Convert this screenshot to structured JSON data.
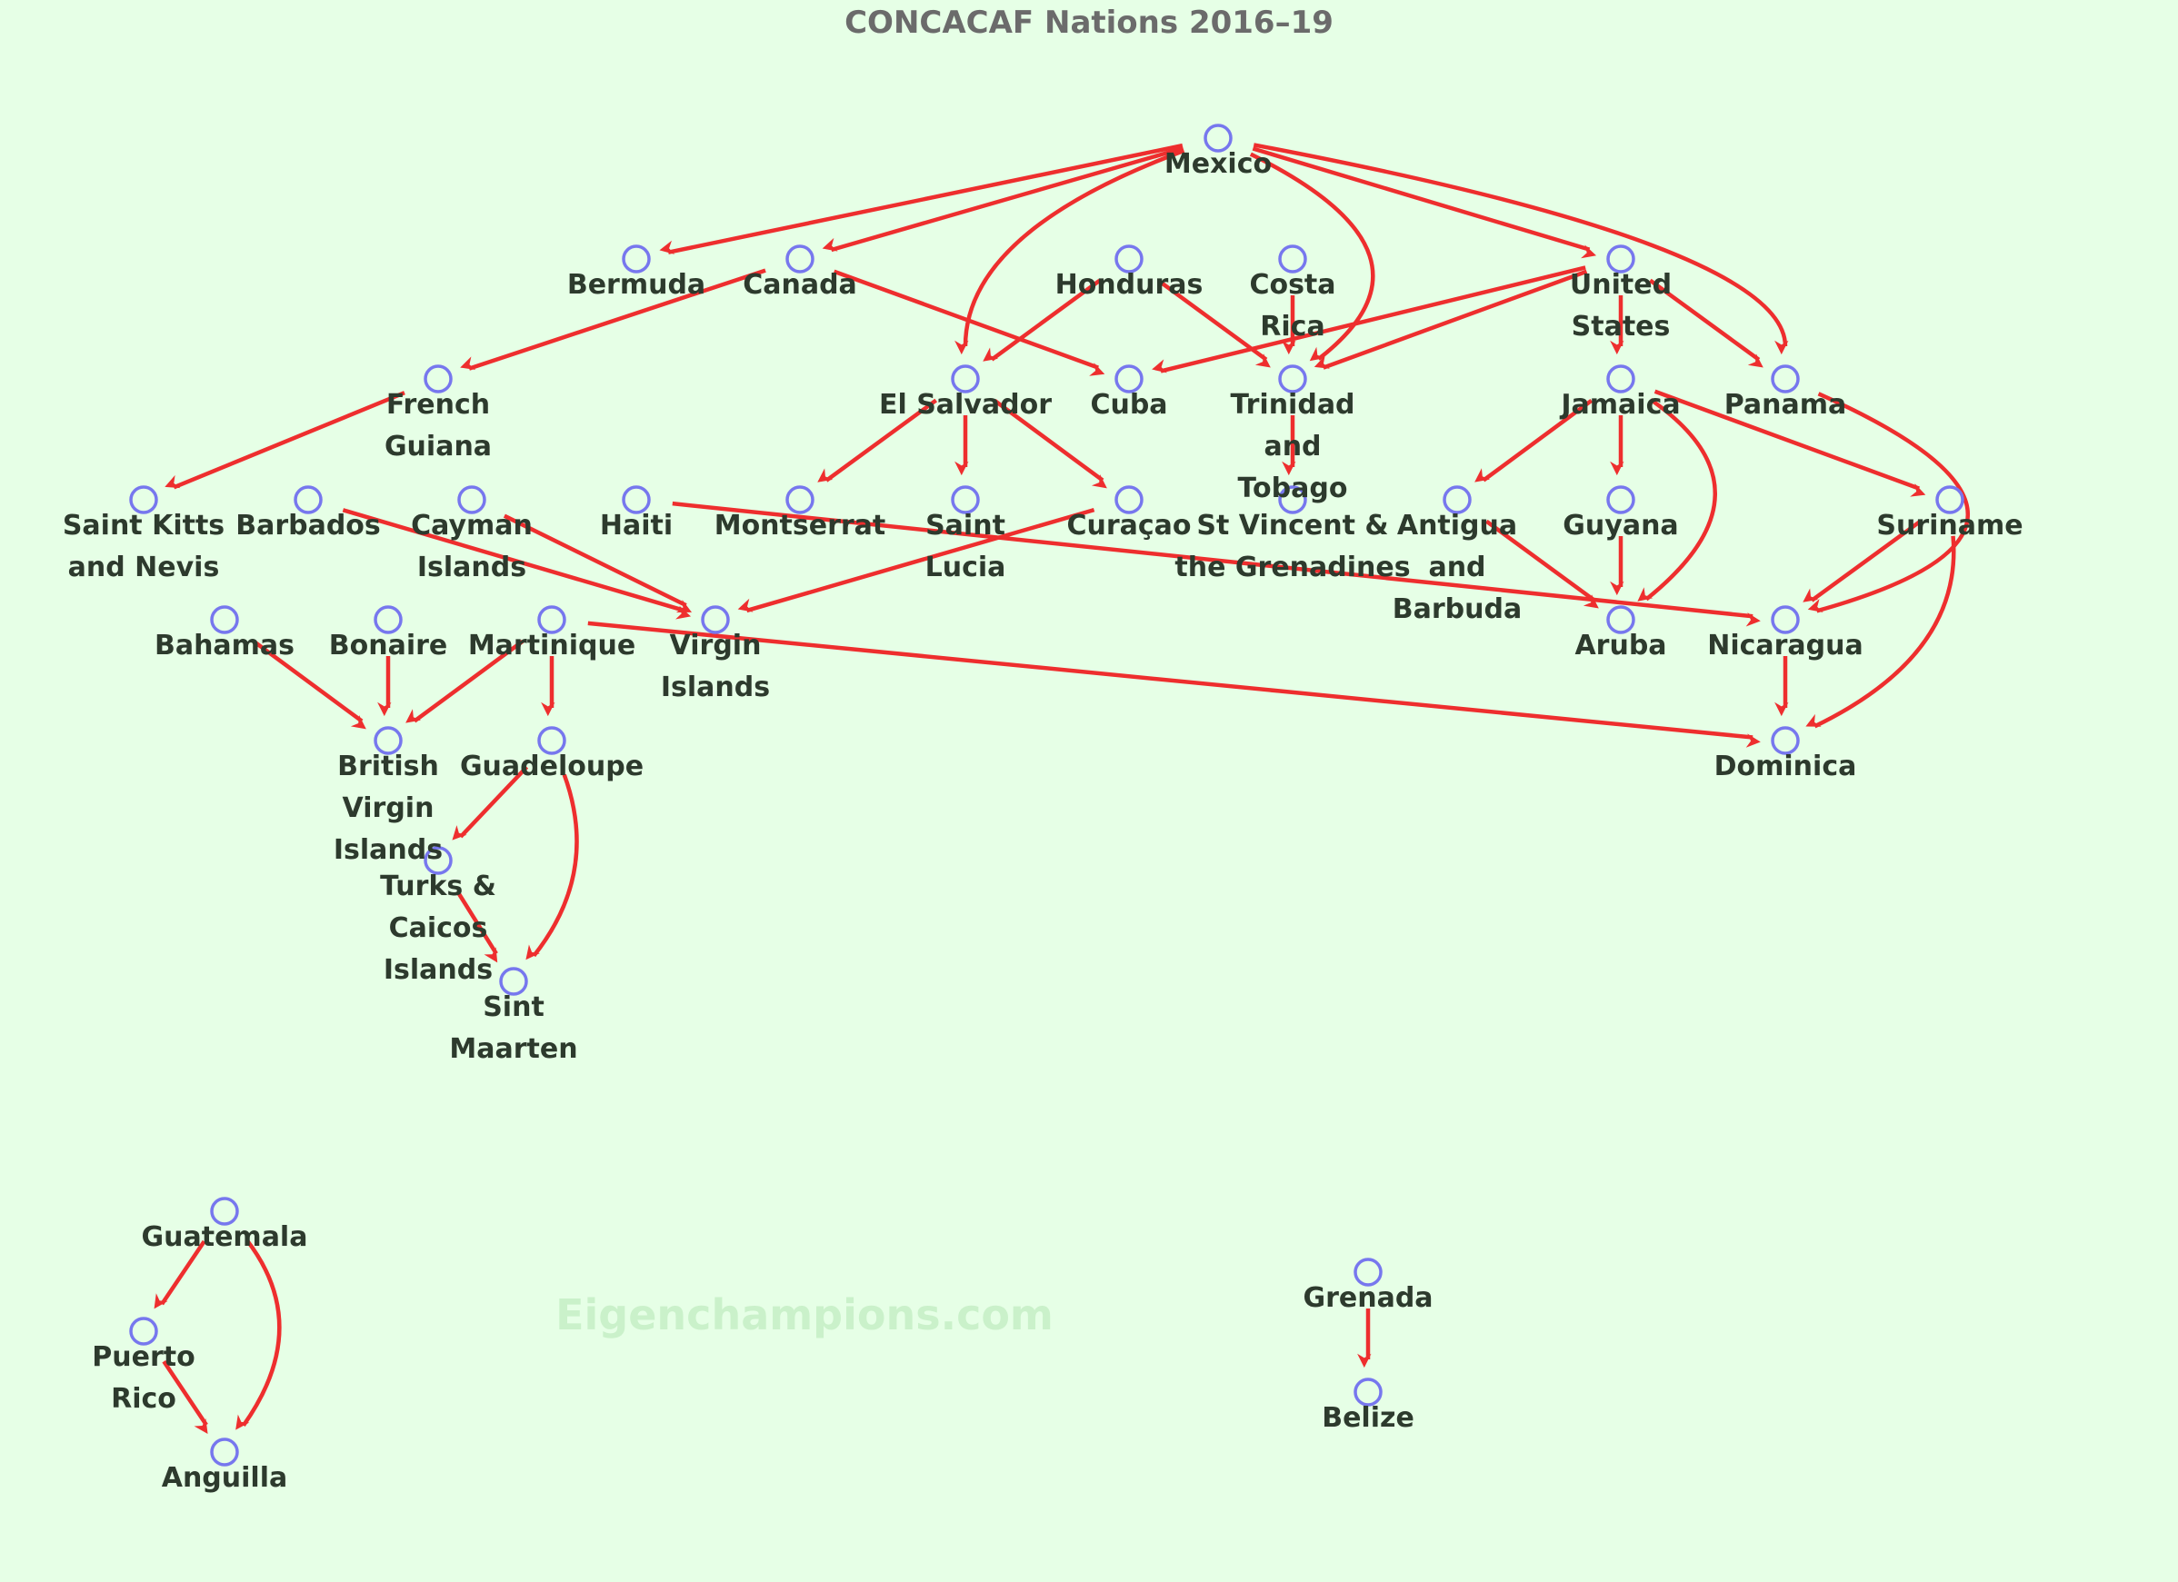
{
  "title": "CONCACAF Nations 2016–19",
  "watermark": "Eigenchampions.com",
  "colors": {
    "background": "#e6ffe6",
    "node": "#7777ee",
    "edge": "#ee2e2e",
    "label": "#2d3a2d"
  },
  "nodes": [
    {
      "id": "mexico",
      "label": [
        "Mexico"
      ]
    },
    {
      "id": "bermuda",
      "label": [
        "Bermuda"
      ]
    },
    {
      "id": "canada",
      "label": [
        "Canada"
      ]
    },
    {
      "id": "honduras",
      "label": [
        "Honduras"
      ]
    },
    {
      "id": "costarica",
      "label": [
        "Costa",
        "Rica"
      ]
    },
    {
      "id": "unitedstates",
      "label": [
        "United",
        "States"
      ]
    },
    {
      "id": "frenchguiana",
      "label": [
        "French",
        "Guiana"
      ]
    },
    {
      "id": "elsalvador",
      "label": [
        "El Salvador"
      ]
    },
    {
      "id": "cuba",
      "label": [
        "Cuba"
      ]
    },
    {
      "id": "trinidad",
      "label": [
        "Trinidad",
        "and",
        "Tobago"
      ]
    },
    {
      "id": "jamaica",
      "label": [
        "Jamaica"
      ]
    },
    {
      "id": "panama",
      "label": [
        "Panama"
      ]
    },
    {
      "id": "saintkitts",
      "label": [
        "Saint Kitts",
        "and Nevis"
      ]
    },
    {
      "id": "barbados",
      "label": [
        "Barbados"
      ]
    },
    {
      "id": "cayman",
      "label": [
        "Cayman",
        "Islands"
      ]
    },
    {
      "id": "haiti",
      "label": [
        "Haiti"
      ]
    },
    {
      "id": "montserrat",
      "label": [
        "Montserrat"
      ]
    },
    {
      "id": "saintlucia",
      "label": [
        "Saint",
        "Lucia"
      ]
    },
    {
      "id": "curacao",
      "label": [
        "Curaçao"
      ]
    },
    {
      "id": "stvincent",
      "label": [
        "St Vincent &",
        "the Grenadines"
      ]
    },
    {
      "id": "antigua",
      "label": [
        "Antigua",
        "and",
        "Barbuda"
      ]
    },
    {
      "id": "guyana",
      "label": [
        "Guyana"
      ]
    },
    {
      "id": "suriname",
      "label": [
        "Suriname"
      ]
    },
    {
      "id": "bahamas",
      "label": [
        "Bahamas"
      ]
    },
    {
      "id": "bonaire",
      "label": [
        "Bonaire"
      ]
    },
    {
      "id": "martinique",
      "label": [
        "Martinique"
      ]
    },
    {
      "id": "virgin",
      "label": [
        "Virgin",
        "Islands"
      ]
    },
    {
      "id": "aruba",
      "label": [
        "Aruba"
      ]
    },
    {
      "id": "nicaragua",
      "label": [
        "Nicaragua"
      ]
    },
    {
      "id": "bvi",
      "label": [
        "British",
        "Virgin",
        "Islands"
      ]
    },
    {
      "id": "guadeloupe",
      "label": [
        "Guadeloupe"
      ]
    },
    {
      "id": "dominica",
      "label": [
        "Dominica"
      ]
    },
    {
      "id": "turks",
      "label": [
        "Turks &",
        "Caicos",
        "Islands"
      ]
    },
    {
      "id": "sintmaarten",
      "label": [
        "Sint",
        "Maarten"
      ]
    },
    {
      "id": "guatemala",
      "label": [
        "Guatemala"
      ]
    },
    {
      "id": "puertorico",
      "label": [
        "Puerto",
        "Rico"
      ]
    },
    {
      "id": "anguilla",
      "label": [
        "Anguilla"
      ]
    },
    {
      "id": "grenada",
      "label": [
        "Grenada"
      ]
    },
    {
      "id": "belize",
      "label": [
        "Belize"
      ]
    }
  ],
  "edges": [
    {
      "from": "mexico",
      "to": "bermuda"
    },
    {
      "from": "mexico",
      "to": "canada"
    },
    {
      "from": "mexico",
      "to": "elsalvador"
    },
    {
      "from": "mexico",
      "to": "trinidad"
    },
    {
      "from": "mexico",
      "to": "unitedstates"
    },
    {
      "from": "mexico",
      "to": "panama"
    },
    {
      "from": "canada",
      "to": "frenchguiana"
    },
    {
      "from": "canada",
      "to": "cuba"
    },
    {
      "from": "honduras",
      "to": "elsalvador"
    },
    {
      "from": "honduras",
      "to": "trinidad"
    },
    {
      "from": "costarica",
      "to": "trinidad"
    },
    {
      "from": "unitedstates",
      "to": "cuba"
    },
    {
      "from": "unitedstates",
      "to": "trinidad"
    },
    {
      "from": "unitedstates",
      "to": "jamaica"
    },
    {
      "from": "unitedstates",
      "to": "panama"
    },
    {
      "from": "frenchguiana",
      "to": "saintkitts"
    },
    {
      "from": "elsalvador",
      "to": "montserrat"
    },
    {
      "from": "elsalvador",
      "to": "saintlucia"
    },
    {
      "from": "elsalvador",
      "to": "curacao"
    },
    {
      "from": "trinidad",
      "to": "stvincent"
    },
    {
      "from": "jamaica",
      "to": "antigua"
    },
    {
      "from": "jamaica",
      "to": "guyana"
    },
    {
      "from": "jamaica",
      "to": "aruba"
    },
    {
      "from": "jamaica",
      "to": "suriname"
    },
    {
      "from": "panama",
      "to": "nicaragua"
    },
    {
      "from": "barbados",
      "to": "virgin"
    },
    {
      "from": "cayman",
      "to": "virgin"
    },
    {
      "from": "curacao",
      "to": "virgin"
    },
    {
      "from": "haiti",
      "to": "nicaragua"
    },
    {
      "from": "antigua",
      "to": "aruba"
    },
    {
      "from": "guyana",
      "to": "aruba"
    },
    {
      "from": "suriname",
      "to": "nicaragua"
    },
    {
      "from": "suriname",
      "to": "dominica"
    },
    {
      "from": "nicaragua",
      "to": "dominica"
    },
    {
      "from": "bahamas",
      "to": "bvi"
    },
    {
      "from": "bonaire",
      "to": "bvi"
    },
    {
      "from": "martinique",
      "to": "bvi"
    },
    {
      "from": "martinique",
      "to": "guadeloupe"
    },
    {
      "from": "martinique",
      "to": "dominica"
    },
    {
      "from": "guadeloupe",
      "to": "turks"
    },
    {
      "from": "guadeloupe",
      "to": "sintmaarten"
    },
    {
      "from": "turks",
      "to": "sintmaarten"
    },
    {
      "from": "guatemala",
      "to": "puertorico"
    },
    {
      "from": "guatemala",
      "to": "anguilla"
    },
    {
      "from": "puertorico",
      "to": "anguilla"
    },
    {
      "from": "grenada",
      "to": "belize"
    }
  ]
}
